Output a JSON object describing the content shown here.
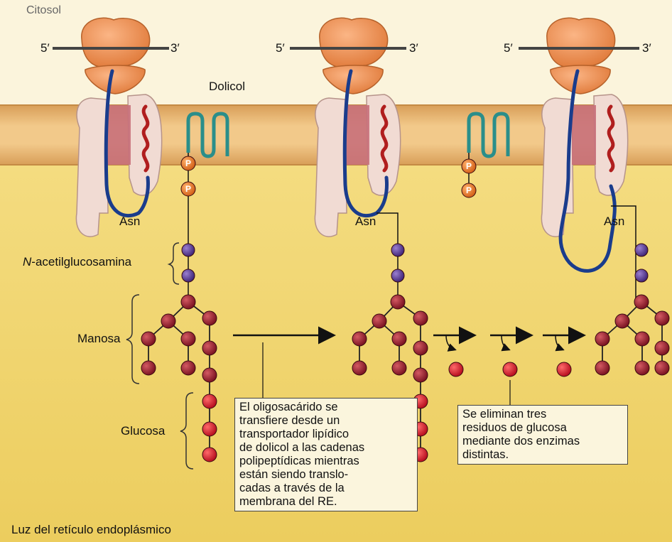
{
  "labels": {
    "citosol": "Citosol",
    "dolicol": "Dolicol",
    "asn": "Asn",
    "five_prime": "5′",
    "three_prime": "3′",
    "phosphate": "P",
    "n_prefix": "N",
    "acetilglucosamina": "-acetilglucosamina",
    "manosa": "Manosa",
    "glucosa": "Glucosa",
    "lumen": "Luz del retículo endoplásmico"
  },
  "notes": {
    "transfer": [
      "El oligosacárido se",
      "transfiere desde un",
      "transportador lipídico",
      "de dolicol a las cadenas",
      "polipeptídicas mientras",
      "están siendo translo-",
      "cadas a través de la",
      "membrana del RE."
    ],
    "removal": [
      "Se eliminan tres",
      "residuos de glucosa",
      "mediante dos enzimas",
      "distintas."
    ]
  },
  "colors": {
    "cytosol": "#fbf4dc",
    "membrane": "#e8b56a",
    "lumen": "#f2d877",
    "ribosome": "#f0955a",
    "translocon": "#f1dbd3",
    "channel": "#c8707a",
    "polypeptide": "#1a3c8c",
    "red_chain": "#b01e1e",
    "dolichol": "#2a8e8a",
    "phosphate": "#e8792a",
    "glcnac": "#5a3d92",
    "mannose": "#8c1a28",
    "glucose": "#d41e2e"
  }
}
